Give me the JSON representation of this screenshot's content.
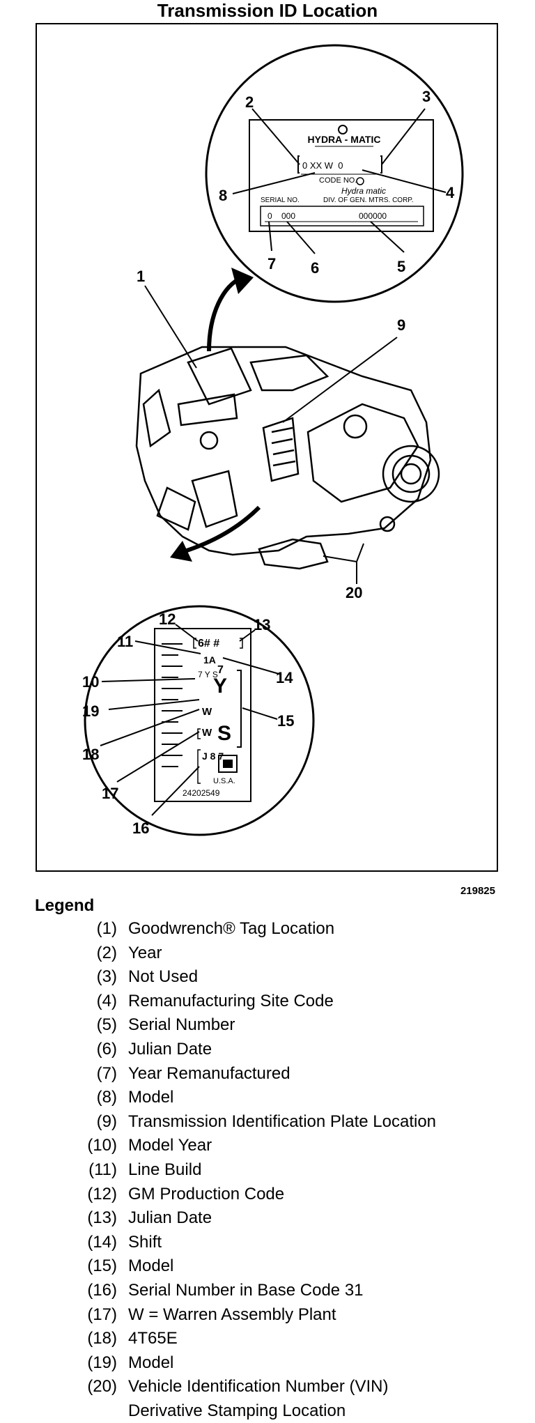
{
  "title": "Transmission ID Location",
  "figure_id": "219825",
  "callouts": [
    "1",
    "2",
    "3",
    "4",
    "5",
    "6",
    "7",
    "8",
    "9",
    "10",
    "11",
    "12",
    "13",
    "14",
    "15",
    "16",
    "17",
    "18",
    "19",
    "20"
  ],
  "plate_top": {
    "brand": "HYDRA - MATIC",
    "code_row": "0 XX W  0",
    "code_label": "CODE NO.",
    "hydra_script": "Hydra matic",
    "serial_label": "SERIAL NO.",
    "div_label": "DIV. OF GEN. MTRS. CORP.",
    "serial_left_a": "0",
    "serial_left_b": "000",
    "serial_right": "000000"
  },
  "plate_bottom": {
    "row_top": "6# #",
    "row_1a": "1A",
    "seven_small": "7",
    "y_stack": "7 Y S",
    "big_y": "Y",
    "w1": "W",
    "w2": "W",
    "big_s": "S",
    "j_stack": "J 8 7",
    "usa": "U.S.A.",
    "part_no": "24202549"
  },
  "legend_title": "Legend",
  "legend": [
    {
      "num": "(1)",
      "text": "Goodwrench® Tag Location"
    },
    {
      "num": "(2)",
      "text": "Year"
    },
    {
      "num": "(3)",
      "text": "Not Used"
    },
    {
      "num": "(4)",
      "text": "Remanufacturing Site Code"
    },
    {
      "num": "(5)",
      "text": "Serial Number"
    },
    {
      "num": "(6)",
      "text": "Julian Date"
    },
    {
      "num": "(7)",
      "text": "Year Remanufactured"
    },
    {
      "num": "(8)",
      "text": "Model"
    },
    {
      "num": "(9)",
      "text": "Transmission Identification Plate Location"
    },
    {
      "num": "(10)",
      "text": "Model Year"
    },
    {
      "num": "(11)",
      "text": "Line Build"
    },
    {
      "num": "(12)",
      "text": "GM Production Code"
    },
    {
      "num": "(13)",
      "text": "Julian Date"
    },
    {
      "num": "(14)",
      "text": "Shift"
    },
    {
      "num": "(15)",
      "text": "Model"
    },
    {
      "num": "(16)",
      "text": "Serial Number in Base Code 31"
    },
    {
      "num": "(17)",
      "text": "W = Warren Assembly Plant"
    },
    {
      "num": "(18)",
      "text": "4T65E"
    },
    {
      "num": "(19)",
      "text": "Model"
    },
    {
      "num": "(20)",
      "text": "Vehicle Identification Number (VIN)"
    },
    {
      "num": "",
      "text": "Derivative Stamping Location"
    }
  ]
}
